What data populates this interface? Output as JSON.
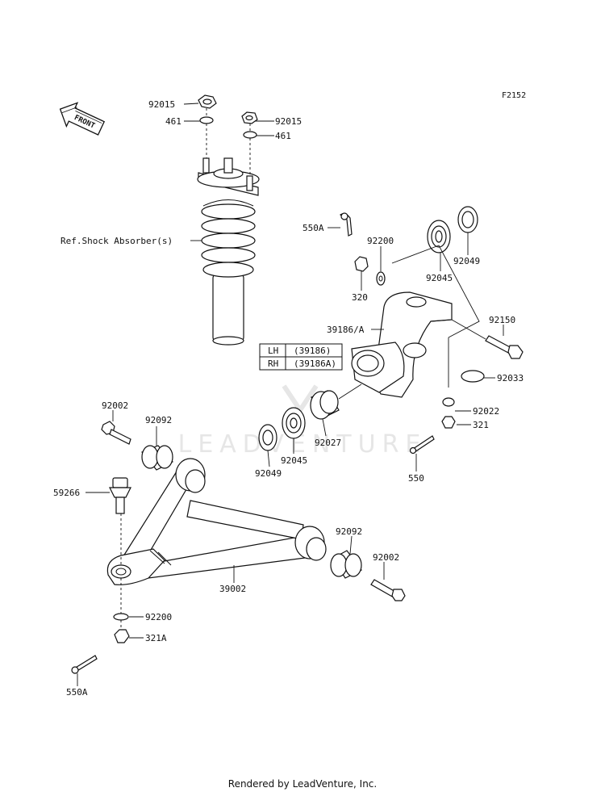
{
  "figure_code": "F2152",
  "front_label": "FRONT",
  "watermark": "LEADVENTURE",
  "footer": "Rendered by LeadVenture, Inc.",
  "ref_label": "Ref.Shock Absorber(s)",
  "side_table": {
    "rows": [
      {
        "side": "LH",
        "part": "(39186)"
      },
      {
        "side": "RH",
        "part": "(39186A)"
      }
    ]
  },
  "callouts": {
    "nut_92015_left": "92015",
    "washer_461_left": "461",
    "nut_92015_right": "92015",
    "washer_461_right": "461",
    "pin_550A_top": "550A",
    "washer_92200_top": "92200",
    "nut_320": "320",
    "bearing_92045_top": "92045",
    "seal_92049_top": "92049",
    "bolt_92150": "92150",
    "knuckle_39186A": "39186/A",
    "ring_92033": "92033",
    "washer_92022": "92022",
    "nut_321": "321",
    "pin_550": "550",
    "bushing_92027": "92027",
    "bearing_92045_low": "92045",
    "seal_92049_low": "92049",
    "bolt_92002_left": "92002",
    "bushing_92092_left": "92092",
    "balljoint_59266": "59266",
    "bushing_92092_right": "92092",
    "bolt_92002_right": "92002",
    "arm_39002": "39002",
    "washer_92200_low": "92200",
    "nut_321A": "321A",
    "pin_550A_low": "550A"
  }
}
